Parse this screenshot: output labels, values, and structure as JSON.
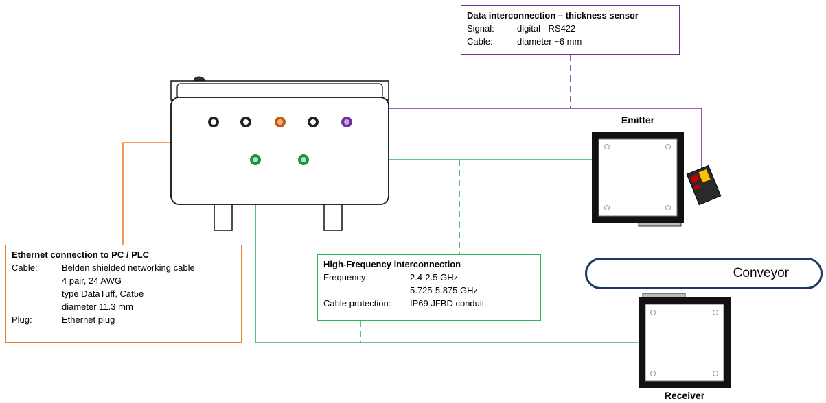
{
  "data_box": {
    "title": "Data interconnection – thickness sensor",
    "rows": [
      {
        "label": "Signal:",
        "value": "digital - RS422"
      },
      {
        "label": "Cable:",
        "value": "diameter ~6 mm"
      }
    ]
  },
  "ethernet_box": {
    "title": "Ethernet connection to PC / PLC",
    "rows": [
      {
        "label": "Cable:",
        "value": "Belden shielded networking cable"
      },
      {
        "label": "",
        "value": "4 pair, 24 AWG"
      },
      {
        "label": "",
        "value": "type DataTuff, Cat5e"
      },
      {
        "label": "",
        "value": "diameter 11.3 mm"
      },
      {
        "label": "Plug:",
        "value": "Ethernet plug"
      }
    ]
  },
  "hf_box": {
    "title": "High-Frequency interconnection",
    "rows": [
      {
        "label": "Frequency:",
        "value": "2.4-2.5 GHz"
      },
      {
        "label": "",
        "value": "5.725-5.875 GHz"
      },
      {
        "label": "Cable protection:",
        "value": "IP69 JFBD conduit"
      }
    ]
  },
  "conveyor_label": "Conveyor",
  "emitter_label": "Emitter",
  "receiver_label": "Receiver",
  "colors": {
    "ethernet": "#ED7D31",
    "high_frequency": "#2DB35F",
    "data": "#7030A0",
    "conveyor_border": "#1F3864"
  },
  "icons": [
    "control-cabinet-icon",
    "emitter-antenna-icon",
    "receiver-antenna-icon",
    "thickness-sensor-icon",
    "connector-port-icon"
  ]
}
